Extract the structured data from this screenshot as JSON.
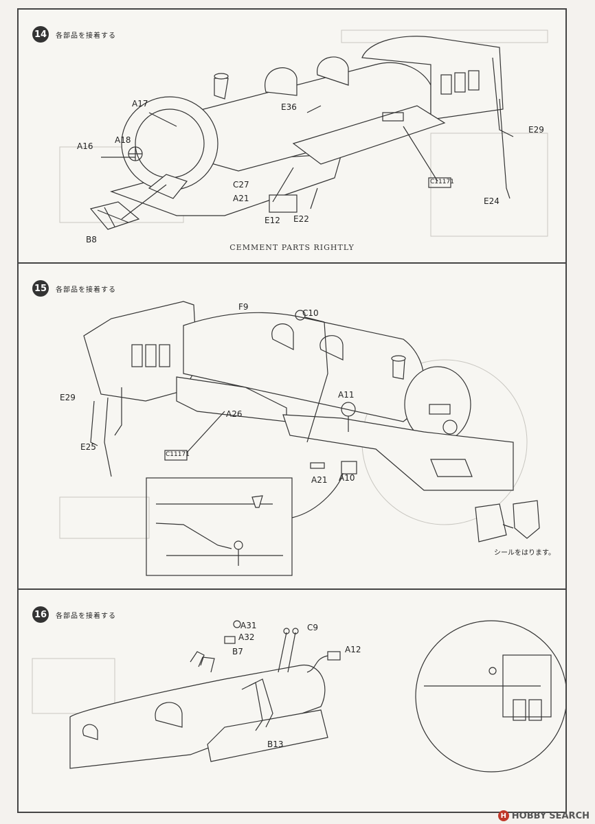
{
  "steps": [
    {
      "number": "14",
      "title": "各部品を接着する",
      "caption": "CEMMENT PARTS RIGHTLY",
      "labels": {
        "a17": "A17",
        "a16": "A16",
        "a18": "A18",
        "e36": "E36",
        "e29": "E29",
        "c27": "C27",
        "a21": "A21",
        "e12": "E12",
        "e22": "E22",
        "e24": "E24",
        "b8": "B8",
        "plate": "C11171"
      }
    },
    {
      "number": "15",
      "title": "各部品を接着する",
      "sticker_note": "シールをはります。",
      "labels": {
        "f9": "F9",
        "c10": "C10",
        "a11": "A11",
        "e29": "E29",
        "a26": "A26",
        "e25": "E25",
        "a21": "A21",
        "a10": "A10",
        "plate": "C11171"
      }
    },
    {
      "number": "16",
      "title": "各部品を接着する",
      "labels": {
        "a31": "A31",
        "a32": "A32",
        "c9": "C9",
        "b7": "B7",
        "a12": "A12",
        "b13": "B13"
      }
    }
  ],
  "watermark": {
    "brand": "HOBBY",
    "brand2": "SEARCH"
  },
  "colors": {
    "ink": "#333333",
    "paper": "#f7f6f2",
    "ghost": "#c8c6c0",
    "watermark_red": "#c0392b"
  },
  "icons": [
    "step-number-badge",
    "locomotive-drawing",
    "magnifier-inset-circle"
  ]
}
